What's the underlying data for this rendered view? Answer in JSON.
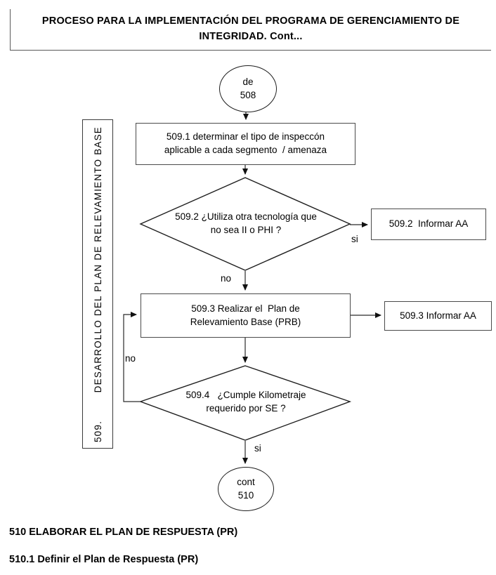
{
  "title": {
    "text": "PROCESO PARA LA IMPLEMENTACIÓN DEL PROGRAMA DE GERENCIAMIENTO DE\nINTEGRIDAD. Cont..."
  },
  "sidebar": {
    "label": "509.        DESARROLLO DEL PLAN DE RELEVAMIENTO BASE"
  },
  "flow": {
    "start": "de\n508",
    "step_509_1": "509.1 determinar el tipo de inspeccón\naplicable a cada segmento  / amenaza",
    "decision_509_2": "509.2 ¿Utiliza otra tecnología que\nno sea II o PHI ?",
    "informar_509_2": "509.2  Informar AA",
    "step_509_3": "509.3 Realizar el  Plan de\nRelevamiento Base (PRB)",
    "informar_509_3": "509.3 Informar AA",
    "decision_509_4": "509.4   ¿Cumple Kilometraje\nrequerido por SE ?",
    "end": "cont\n510",
    "edge_si_509_2": "si",
    "edge_no_509_2": "no",
    "edge_no_509_4": "no",
    "edge_si_509_4": "si"
  },
  "footer": {
    "heading_510": "510 ELABORAR EL PLAN DE RESPUESTA (PR)",
    "heading_510_1": "510.1 Definir el Plan de Respuesta (PR)"
  },
  "colors": {
    "background": "#ffffff",
    "line": "#2a2a2a",
    "text": "#000000"
  }
}
